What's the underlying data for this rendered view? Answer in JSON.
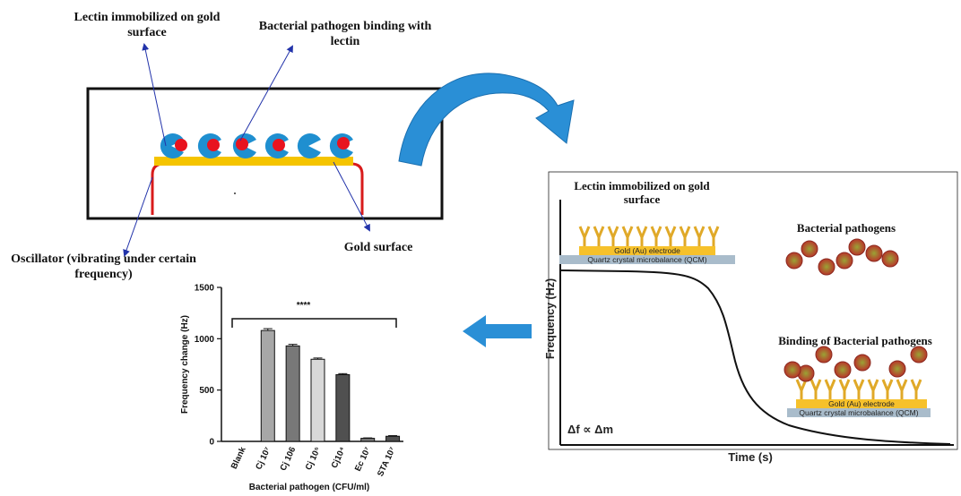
{
  "sensor_diagram": {
    "label_lectin": "Lectin immobilized on gold surface",
    "label_binding": "Bacterial pathogen binding with lectin",
    "label_gold": "Gold surface",
    "label_oscillator": "Oscillator (vibrating under certain frequency)"
  },
  "qcm_panel": {
    "lectin_label": "Lectin immobilized on gold surface",
    "pathogens_label": "Bacterial pathogens",
    "binding_label": "Binding of Bacterial pathogens",
    "electrode_label": "Gold (Au) electrode",
    "qcm_label": "Quartz crystal microbalance (QCM)",
    "y_axis_label": "Frequency (Hz)",
    "x_axis_label": "Time (s)",
    "relation": "Δf ∝ Δm"
  },
  "colors": {
    "lectin": "#1f8fd0",
    "pathogen_dot": "#e8131f",
    "gold": "#f5c400",
    "oscillator": "#d81b1b",
    "arrow": "#2a8fd6",
    "electrode": "#f6c12b",
    "qcm": "#a9bccb"
  },
  "chart_data": {
    "type": "bar",
    "categories": [
      "Blank",
      "Cj 10⁷",
      "Cj 106",
      "Cj 10⁵",
      "Cj10⁴",
      "Ec 10⁷",
      "STA 10⁷"
    ],
    "values": [
      0,
      1080,
      930,
      800,
      650,
      30,
      50
    ],
    "errors": [
      0,
      18,
      15,
      12,
      10,
      4,
      6
    ],
    "bar_colors": [
      "#ffffff",
      "#a7a7a7",
      "#787878",
      "#d8d8d8",
      "#505050",
      "#787878",
      "#505050"
    ],
    "ylabel": "Frequency change (Hz)",
    "xlabel": "Bacterial pathogen (CFU/ml)",
    "ylim": [
      0,
      1500
    ],
    "yticks": [
      0,
      500,
      1000,
      1500
    ],
    "significance": "****"
  }
}
